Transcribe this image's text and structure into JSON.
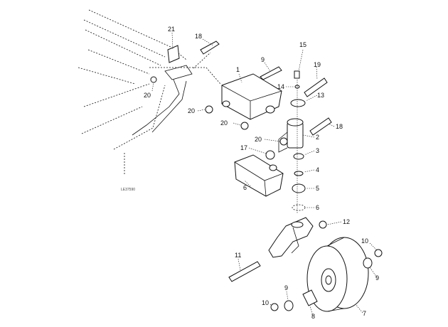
{
  "figure": {
    "drawing_code": "LE37590",
    "callouts": [
      {
        "id": "c21",
        "label": "21"
      },
      {
        "id": "c18a",
        "label": "18"
      },
      {
        "id": "c9a",
        "label": "9"
      },
      {
        "id": "c1",
        "label": "1"
      },
      {
        "id": "c15",
        "label": "15"
      },
      {
        "id": "c19",
        "label": "19"
      },
      {
        "id": "c14",
        "label": "14"
      },
      {
        "id": "c13",
        "label": "13"
      },
      {
        "id": "c20a",
        "label": "20"
      },
      {
        "id": "c20b",
        "label": "20"
      },
      {
        "id": "c20c",
        "label": "20"
      },
      {
        "id": "c20d",
        "label": "20"
      },
      {
        "id": "c18b",
        "label": "18"
      },
      {
        "id": "c2",
        "label": "2"
      },
      {
        "id": "c3",
        "label": "3"
      },
      {
        "id": "c17",
        "label": "17"
      },
      {
        "id": "c4",
        "label": "4"
      },
      {
        "id": "c6a",
        "label": "6"
      },
      {
        "id": "c5",
        "label": "5"
      },
      {
        "id": "c6b",
        "label": "6"
      },
      {
        "id": "c12",
        "label": "12"
      },
      {
        "id": "c10a",
        "label": "10"
      },
      {
        "id": "c11",
        "label": "11"
      },
      {
        "id": "c9b",
        "label": "9"
      },
      {
        "id": "c9c",
        "label": "9"
      },
      {
        "id": "c10b",
        "label": "10"
      },
      {
        "id": "c8",
        "label": "8"
      },
      {
        "id": "c7",
        "label": "7"
      }
    ]
  }
}
